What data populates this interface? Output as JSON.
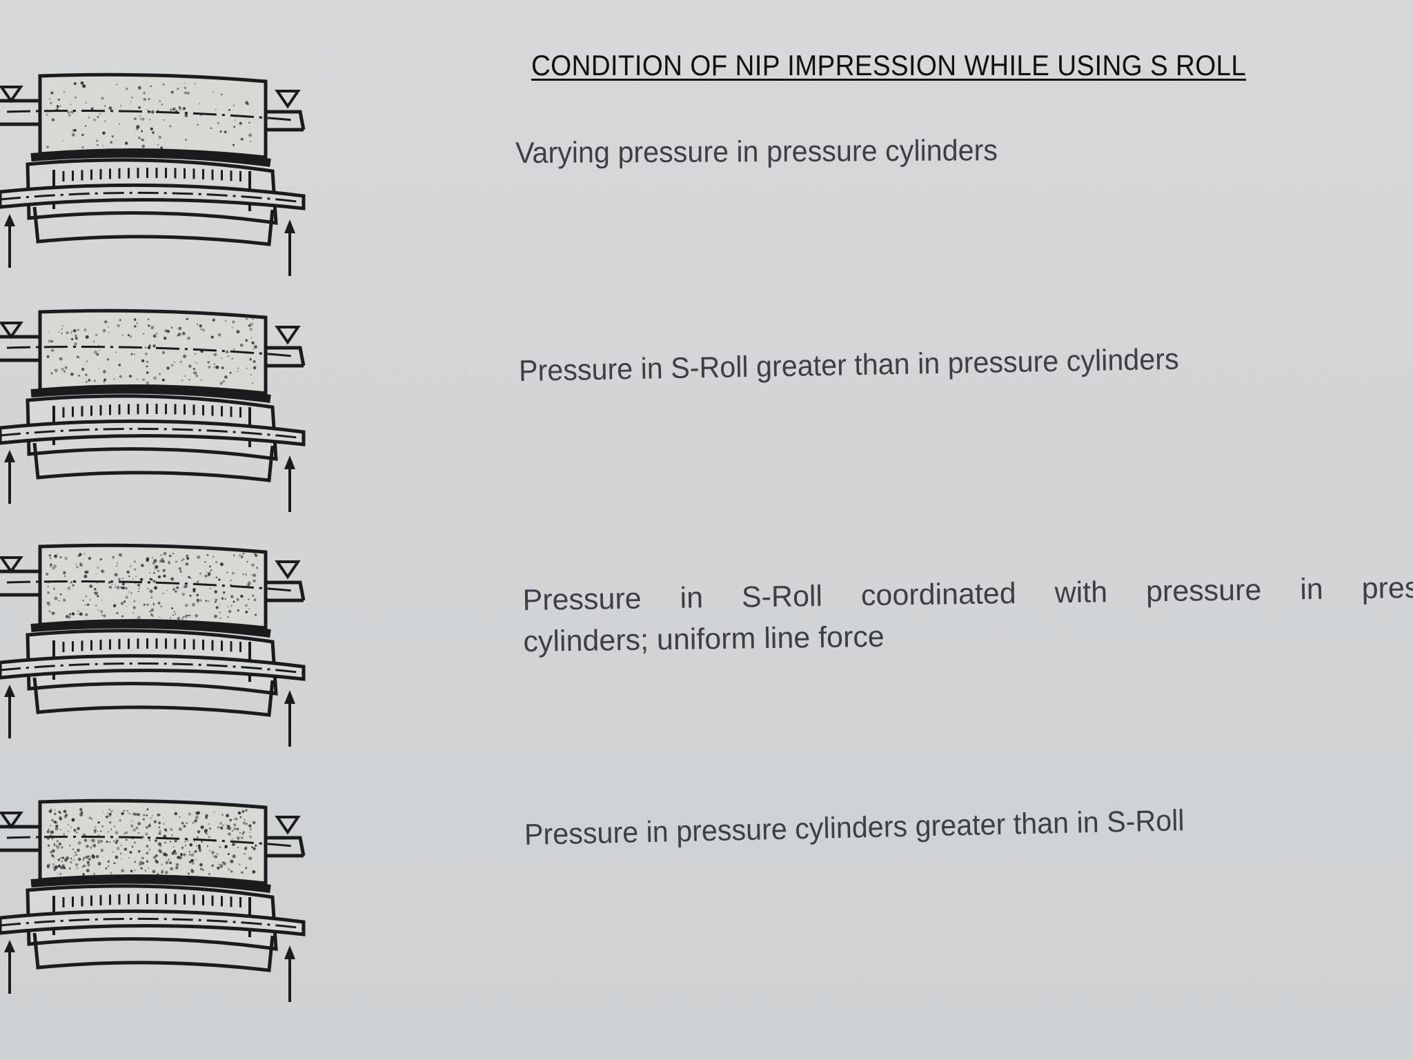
{
  "title": "CONDITION OF NIP IMPRESSION WHILE USING S ROLL",
  "conditions": [
    {
      "caption": "Varying pressure in pressure cylinders",
      "shading": 0.2
    },
    {
      "caption": "Pressure in S-Roll greater than in pressure cylinders",
      "shading": 0.3
    },
    {
      "caption_line1": "Pressure in S-Roll coordinated with pressure in pressur",
      "caption_line2": "cylinders; uniform line force",
      "shading": 0.55
    },
    {
      "caption": "Pressure in pressure cylinders greater than in S-Roll",
      "shading": 0.85
    }
  ],
  "colors": {
    "background": "#d4d6d8",
    "ink": "#1b1b1d",
    "caption": "#3d3f46"
  }
}
